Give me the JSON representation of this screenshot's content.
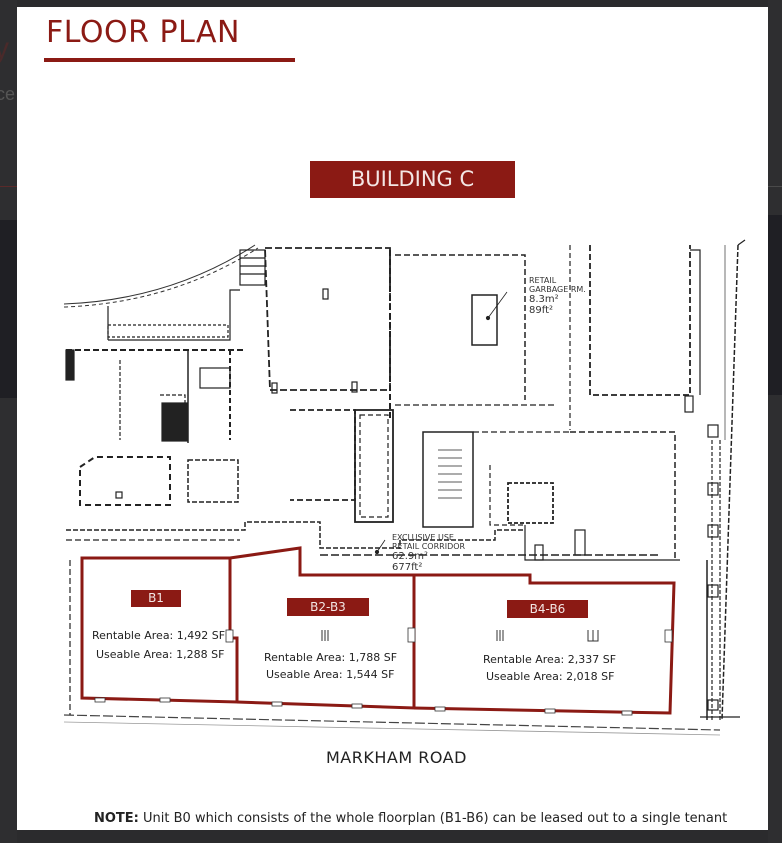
{
  "page": {
    "title": "FLOOR PLAN",
    "building_label": "BUILDING C",
    "street_label": "MARKHAM ROAD",
    "note_prefix": "NOTE:",
    "note_text": " Unit B0 which consists of the whole floorplan (B1-B6) can be leased out to a single tenant"
  },
  "annotations": {
    "garbage": {
      "line1": "RETAIL",
      "line2": "GARBAGE RM.",
      "metric": "8.3m²",
      "imperial": "89ft²"
    },
    "corridor": {
      "line1": "EXCLUSIVE USE",
      "line2": "RETAIL CORRIDOR",
      "metric": "62.9m²",
      "imperial": "677ft²"
    }
  },
  "units": [
    {
      "id": "B1",
      "rentable": "Rentable Area: 1,492 SF",
      "useable": "Useable Area: 1,288 SF"
    },
    {
      "id": "B2-B3",
      "rentable": "Rentable Area: 1,788 SF",
      "useable": "Useable Area: 1,544 SF"
    },
    {
      "id": "B4-B6",
      "rentable": "Rentable Area: 2,337 SF",
      "useable": "Useable Area: 2,018 SF"
    }
  ],
  "colors": {
    "accent": "#8b1a14",
    "background": "#2b2b2d",
    "page": "#ffffff"
  }
}
